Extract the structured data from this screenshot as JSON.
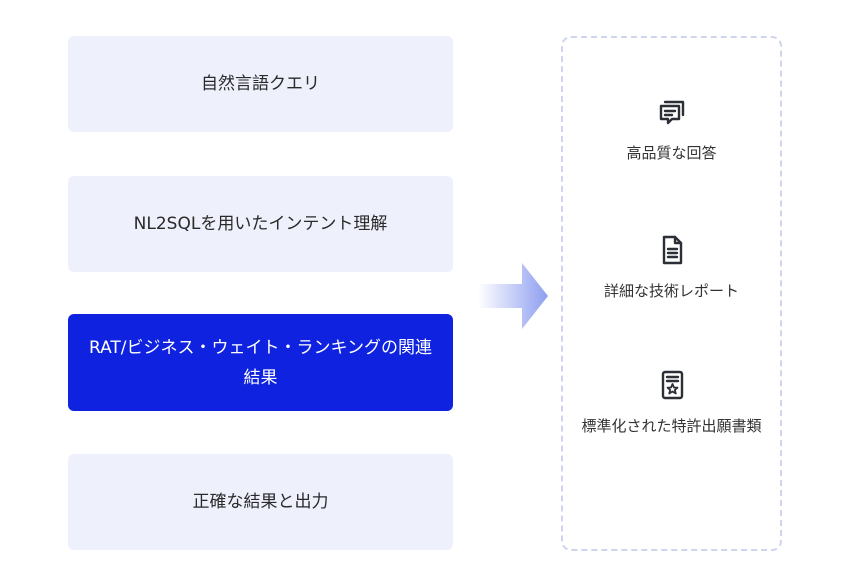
{
  "steps": [
    {
      "label": "自然言語クエリ"
    },
    {
      "label": "NL2SQLを用いたインテント理解"
    },
    {
      "label": "RAT/ビジネス・ウェイト・ランキングの関連結果"
    },
    {
      "label": "正確な結果と出力"
    }
  ],
  "outputs": [
    {
      "label": "高品質な回答",
      "icon": "chat-bubbles-icon"
    },
    {
      "label": "詳細な技術レポート",
      "icon": "document-icon"
    },
    {
      "label": "標準化された特許出願書類",
      "icon": "certificate-icon"
    }
  ],
  "colors": {
    "step_background": "#eef0fb",
    "active_step": "#0e22e0",
    "panel_border": "#cfd5ef",
    "arrow": "#8d9ef0"
  }
}
